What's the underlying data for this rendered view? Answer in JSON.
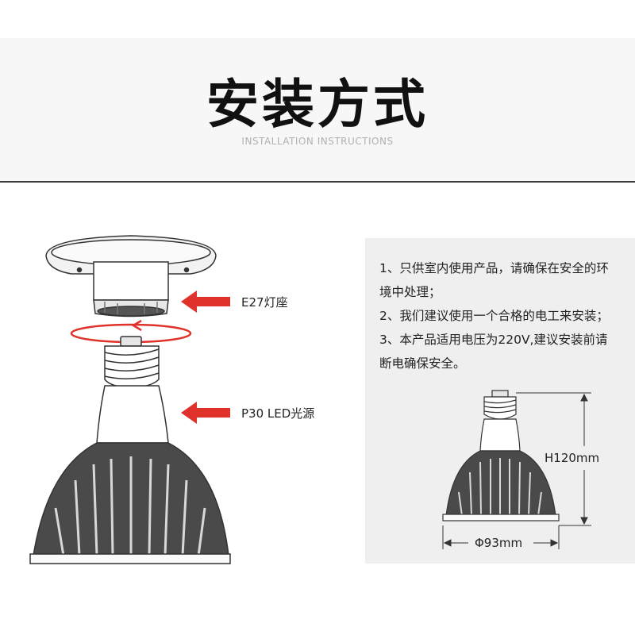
{
  "header": {
    "title": "安装方式",
    "subtitle": "INSTALLATION INSTRUCTIONS"
  },
  "diagram": {
    "socket_label": "E27灯座",
    "bulb_label": "P30 LED光源"
  },
  "instructions": {
    "lines": [
      "1、只供室内使用产品，请确保在安全的环",
      "境中处理；",
      "2、我们建议使用一个合格的电工来安装；",
      "3、本产品适用电压为220V,建议安装前请",
      "断电确保安全。"
    ]
  },
  "dimensions": {
    "height_label": "H120mm",
    "diameter_label": "Φ93mm"
  },
  "colors": {
    "arrow_red": "#e0312a",
    "header_bg": "#f7f7f7",
    "info_bg": "#efefef"
  }
}
